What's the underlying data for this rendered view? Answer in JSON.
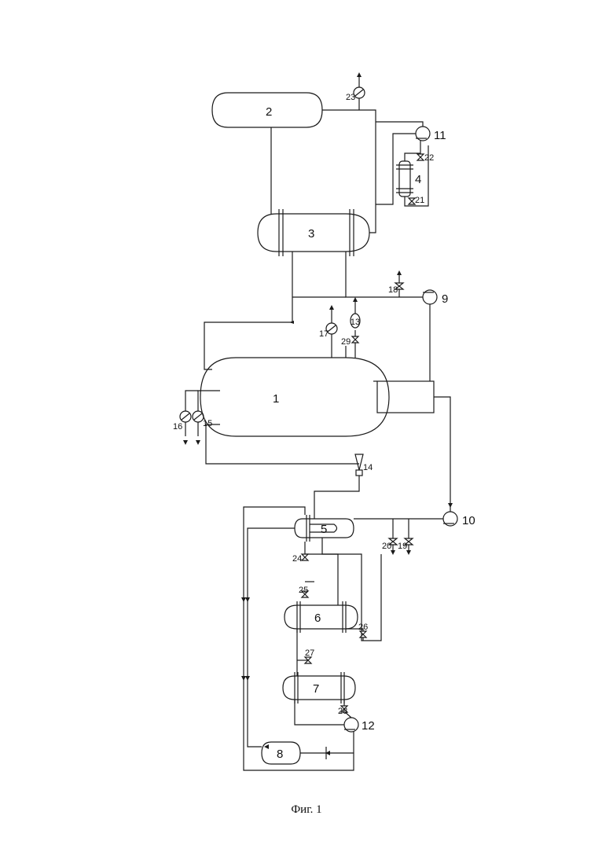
{
  "figure": {
    "caption": "Фиг. 1",
    "colors": {
      "line": "#1a1a1a",
      "background": "#ffffff"
    }
  },
  "units": [
    {
      "id": "1"
    },
    {
      "id": "2"
    },
    {
      "id": "3"
    },
    {
      "id": "4"
    },
    {
      "id": "5"
    },
    {
      "id": "6"
    },
    {
      "id": "7"
    },
    {
      "id": "8"
    },
    {
      "id": "9"
    },
    {
      "id": "10"
    },
    {
      "id": "11"
    },
    {
      "id": "12"
    },
    {
      "id": "13"
    },
    {
      "id": "14"
    },
    {
      "id": "15"
    },
    {
      "id": "16"
    },
    {
      "id": "17"
    },
    {
      "id": "18"
    },
    {
      "id": "19"
    },
    {
      "id": "20"
    },
    {
      "id": "21"
    },
    {
      "id": "22"
    },
    {
      "id": "23"
    },
    {
      "id": "24"
    },
    {
      "id": "25"
    },
    {
      "id": "26"
    },
    {
      "id": "27"
    },
    {
      "id": "28"
    },
    {
      "id": "29"
    }
  ]
}
